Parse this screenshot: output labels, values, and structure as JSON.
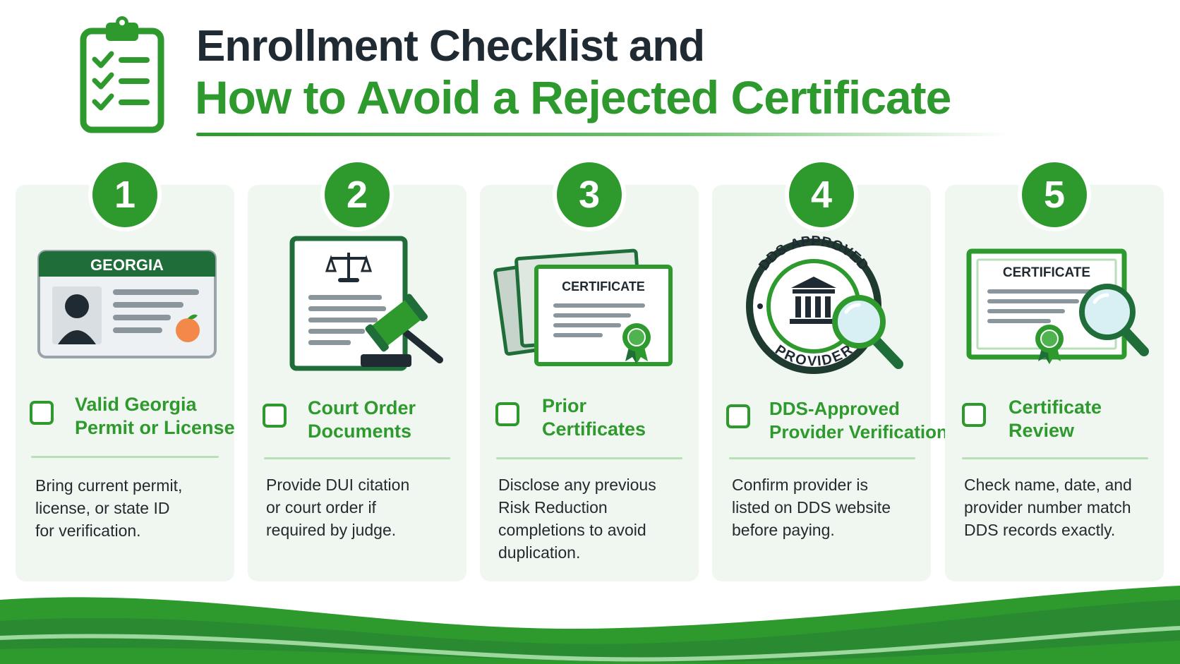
{
  "header": {
    "title_line1": "Enrollment Checklist and",
    "title_line2": "How to Avoid a Rejected Certificate"
  },
  "icons": {
    "header": "clipboard-checklist-icon",
    "step1": "georgia-id-card-icon",
    "step2": "court-document-gavel-icon",
    "step3": "stacked-certificates-icon",
    "step4": "dds-approved-seal-magnifier-icon",
    "step5": "certificate-magnifier-icon"
  },
  "steps": [
    {
      "number": "1",
      "title": [
        "Valid Georgia",
        "Permit or License"
      ],
      "description": [
        "Bring current permit,",
        "license, or state ID",
        "for verification."
      ],
      "illustration_text": "GEORGIA"
    },
    {
      "number": "2",
      "title": [
        "Court Order",
        "Documents"
      ],
      "description": [
        "Provide DUI citation",
        "or court order if",
        "required by judge."
      ]
    },
    {
      "number": "3",
      "title": [
        "Prior",
        "Certificates"
      ],
      "description": [
        "Disclose any previous",
        "Risk Reduction",
        "completions to avoid",
        "duplication."
      ],
      "illustration_text": "CERTIFICATE"
    },
    {
      "number": "4",
      "title": [
        "DDS-Approved",
        "Provider Verification"
      ],
      "description": [
        "Confirm provider is",
        "listed on DDS website",
        "before paying."
      ],
      "illustration_top_text": "DDS-APPROVED",
      "illustration_bottom_text": "PROVIDER"
    },
    {
      "number": "5",
      "title": [
        "Certificate",
        "Review"
      ],
      "description": [
        "Check name, date, and",
        "provider number match",
        "DDS records exactly."
      ],
      "illustration_text": "CERTIFICATE"
    }
  ],
  "colors": {
    "brand_green": "#2e9a2e",
    "dark_green": "#1f6e3a",
    "title_dark": "#1f2a33",
    "card_bg": "#f0f7f0",
    "divider": "#b9dfb9"
  }
}
